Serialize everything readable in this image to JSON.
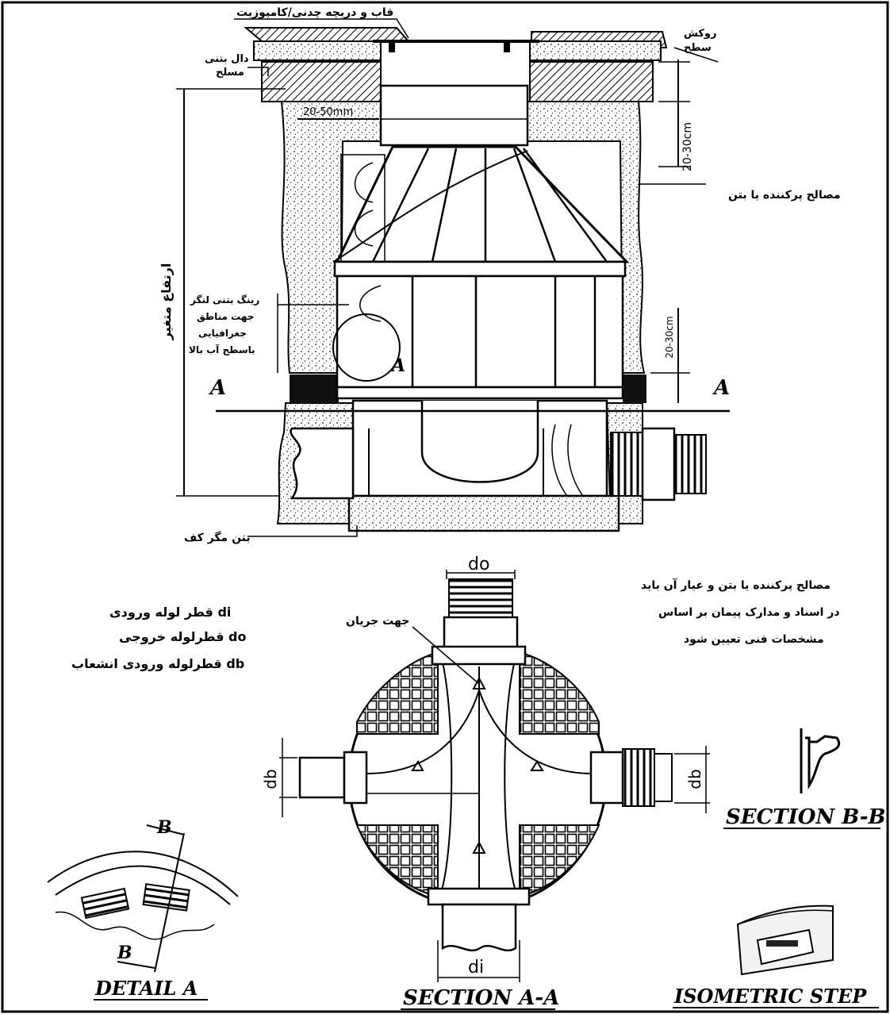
{
  "labels": {
    "cover": "قاب و دریچه چدنی/کامپوزیت",
    "road_surface_line1": "روکش",
    "road_surface_line2": "سطح",
    "slab_line1": "دال بتنی",
    "slab_line2": "مسلح",
    "dim_gap": "20-50mm",
    "dim_top": "20-30cm",
    "fill_material": "مصالح پرکننده یا بتن",
    "variable_height": "ارتفاع متغیر",
    "anchor_ring_line1": "رینگ بتنی لنگر",
    "anchor_ring_line2": "جهت مناطق",
    "anchor_ring_line3": "جغرافیایی",
    "anchor_ring_line4": "باسطح آب بالا",
    "dim_ring": "20-30cm",
    "section_mark_left": "A",
    "section_mark_right": "A",
    "detail_mark": "A",
    "lean_concrete": "بتن مگر کف",
    "note_line1": "مصالح پرکننده یا بتن و عیار آن باید",
    "note_line2": "در اسناد و مدارک پیمان بر اساس",
    "note_line3": "مشخصات فنی تعیین شود",
    "legend_di": "قطر لوله ورودی di",
    "legend_do": "قطرلوله خروجی do",
    "legend_db": "قطرلوله ورودی انشعاب db",
    "flow_direction": "جهت جریان",
    "dim_do": "do",
    "dim_di": "di",
    "dim_db_left": "db",
    "dim_db_right": "db",
    "mark_b_top": "B",
    "mark_b_bottom": "B",
    "title_detail": "DETAIL A",
    "title_section_aa": "SECTION A-A",
    "title_section_bb": "SECTION B-B",
    "title_isometric": "ISOMETRIC STEP"
  }
}
